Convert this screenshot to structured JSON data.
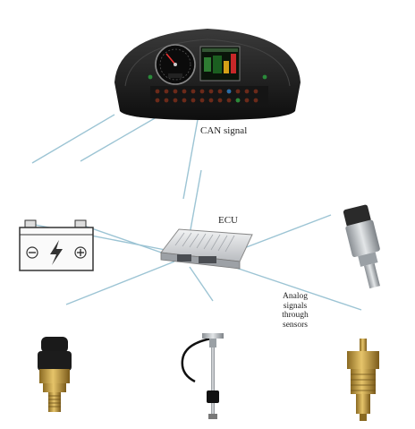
{
  "labels": {
    "can_signal": "CAN signal",
    "ecu": "ECU",
    "analog_line1": "Analog",
    "analog_line2": "signals",
    "analog_line3": "through",
    "analog_line4": "sensors"
  },
  "icons": {
    "dashboard": "dashboard-display-icon",
    "ecu": "ecu-module-icon",
    "battery": "battery-icon",
    "speed_sensor": "speed-sensor-icon",
    "pressure_sensor": "pressure-sensor-icon",
    "fuel_level_sensor": "fuel-level-sensor-icon",
    "temperature_sensor": "temperature-sensor-icon"
  },
  "colors": {
    "connection_line": "#9cc4d4",
    "dashboard_body": "#1b1b1b",
    "brass": "#c9a24a"
  }
}
